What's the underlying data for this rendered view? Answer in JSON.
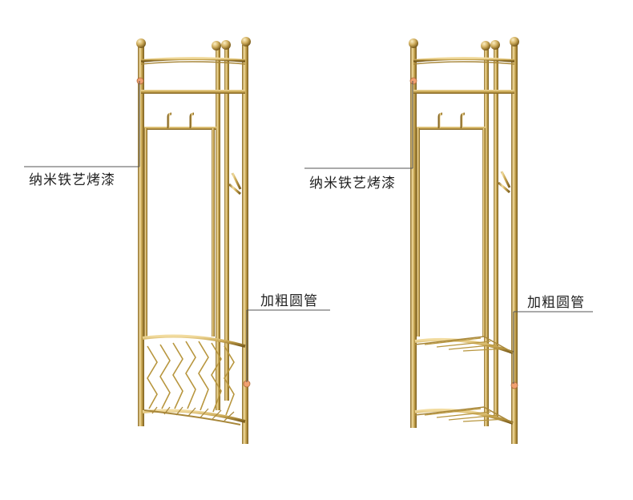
{
  "colors": {
    "gold_light": "#e6cd8a",
    "gold_mid": "#c9a752",
    "gold_dark": "#8a6a24",
    "marker": "#f0a070",
    "line": "#555555"
  },
  "products": [
    {
      "variant": "basket",
      "label_coating": "纳米铁艺烤漆",
      "label_tube": "加粗圆管"
    },
    {
      "variant": "double-shelf",
      "label_coating": "纳米铁艺烤漆",
      "label_tube": "加粗圆管"
    }
  ]
}
